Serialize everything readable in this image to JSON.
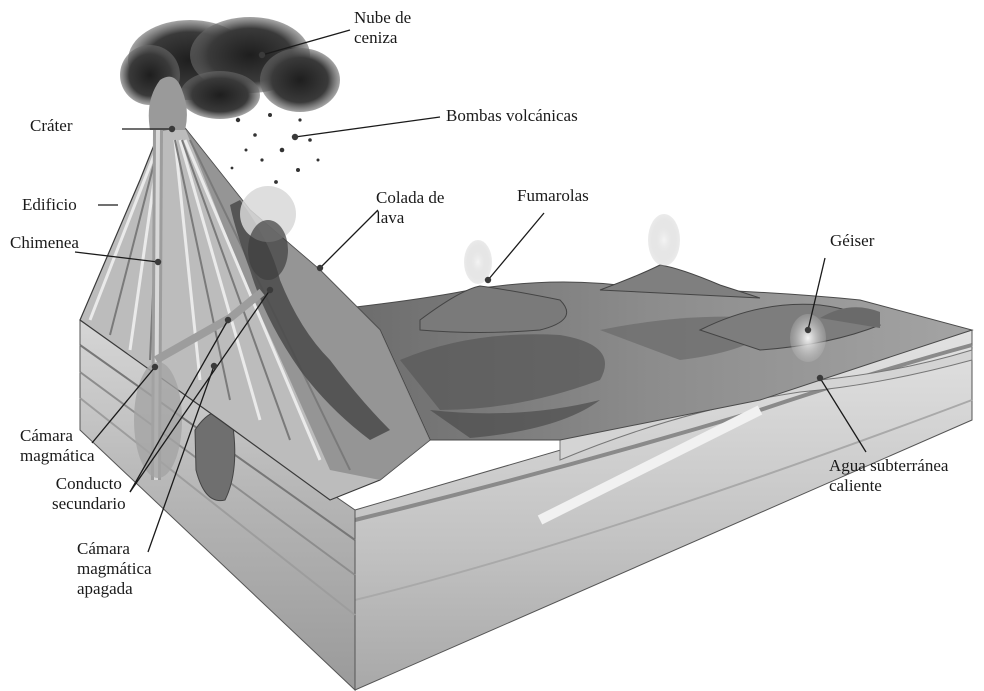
{
  "labels": {
    "nube": "Nube de\nceniza",
    "bombas": "Bombas volcánicas",
    "crater": "Cráter",
    "colada": "Colada de\nlava",
    "fumarolas": "Fumarolas",
    "edificio": "Edificio",
    "chimenea": "Chimenea",
    "geiser": "Géiser",
    "camara": "Cámara\nmagmática",
    "conducto": "Conducto\nsecundario",
    "agua": "Agua subterránea\ncaliente",
    "camara_apagada": "Cámara\nmagmática\napagada"
  },
  "colors": {
    "ink": "#1a1a1a",
    "ash": "#2e2e2e",
    "rock_dark": "#5a5a5a",
    "rock_mid": "#8a8a8a",
    "rock_light": "#c8c8c8",
    "soil": "#e6e6e6"
  }
}
